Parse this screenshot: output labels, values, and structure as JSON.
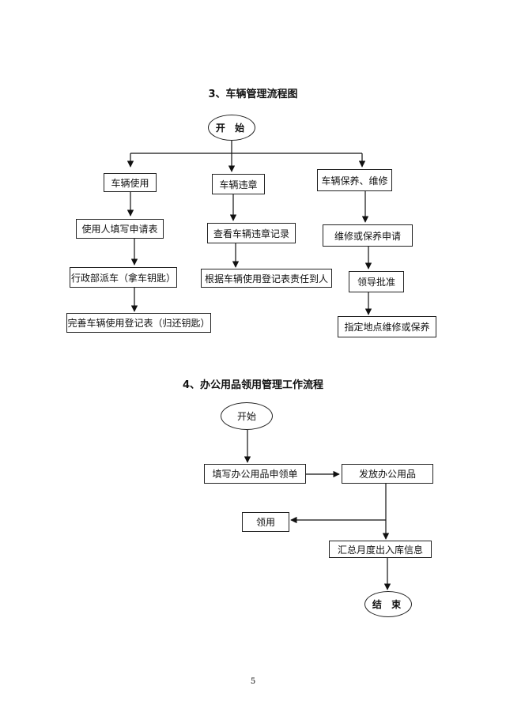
{
  "section3": {
    "title": "3、车辆管理流程图",
    "start": "开  始",
    "vehicle_use": "车辆使用",
    "vehicle_violation": "车辆违章",
    "vehicle_maintenance": "车辆保养、维修",
    "fill_request_form": "使用人填写申请表",
    "admin_dispatch": "行政部派车（拿车钥匙）",
    "complete_register": "完善车辆使用登记表（归还钥匙）",
    "check_violation": "查看车辆违章记录",
    "assign_responsibility": "根据车辆使用登记表责任到人",
    "apply_repair": "维修或保养申请",
    "leader_approval": "领导批准",
    "designated_place": "指定地点维修或保养"
  },
  "section4": {
    "title": "4、办公用品领用管理工作流程",
    "start": "开始",
    "fill_requisition": "填写办公用品申领单",
    "issue_supplies": "发放办公用品",
    "receive": "领用",
    "summarize": "汇总月度出入库信息",
    "end": "结  束"
  },
  "page_number": "5"
}
